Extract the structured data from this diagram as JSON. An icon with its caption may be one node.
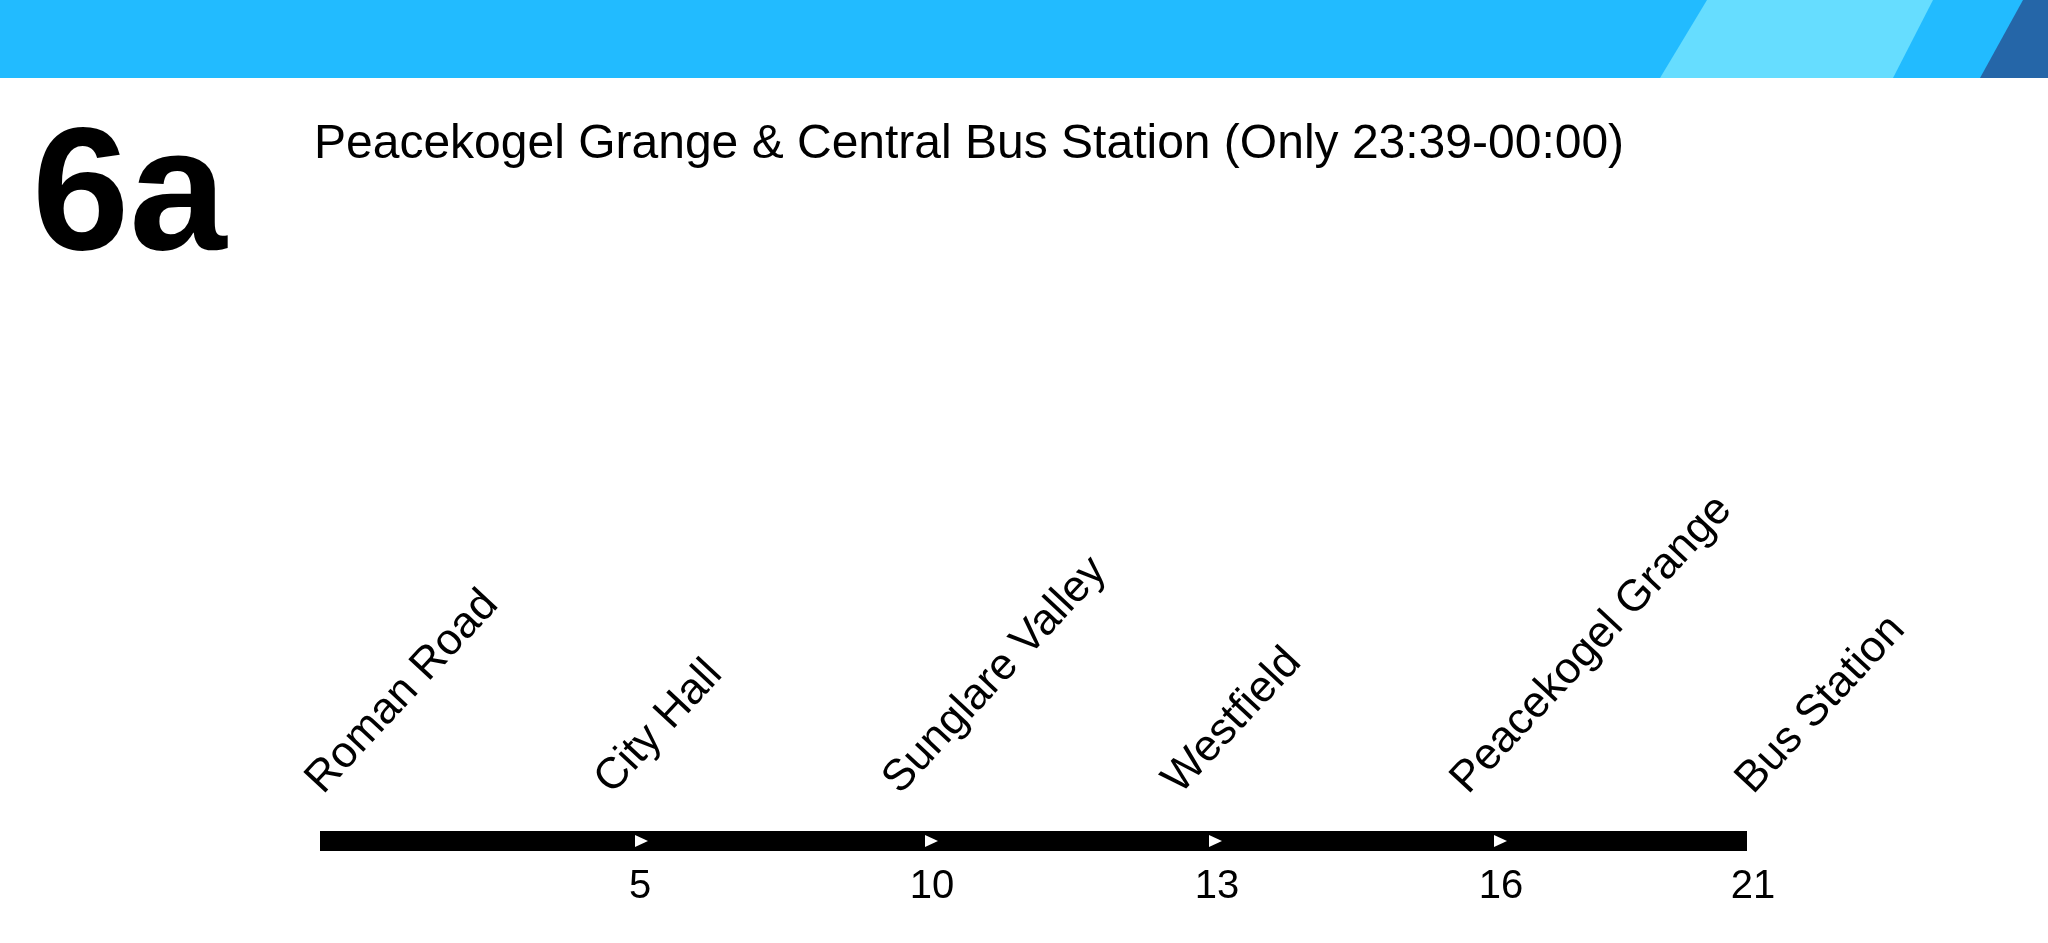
{
  "diagram": {
    "title": "6a",
    "labels": [
      "Peacekogel Grange & Central Bus Station (Only 23:39-00:00)",
      "Roman Road",
      "City Hall",
      "Sunglare Valley",
      "Westfield",
      "Peacekogel Grange",
      "Bus Station",
      "5",
      "10",
      "13",
      "16",
      "21"
    ]
  }
}
